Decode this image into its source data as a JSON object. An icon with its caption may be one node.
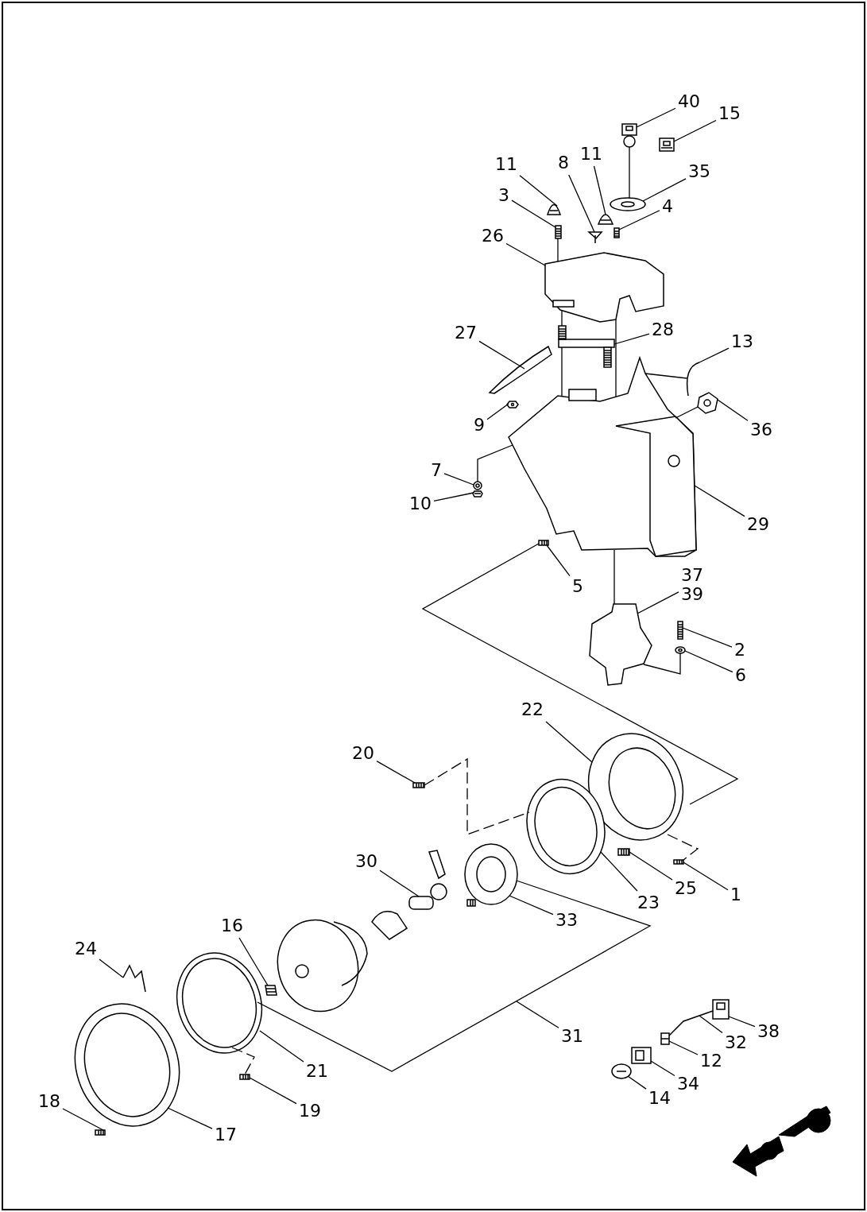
{
  "diagram": {
    "nodes": [
      {
        "text": [
          "40"
        ]
      },
      {
        "text": [
          "15"
        ]
      },
      {
        "text": [
          "11"
        ]
      },
      {
        "text": [
          "8"
        ]
      },
      {
        "text": [
          "11"
        ]
      },
      {
        "text": [
          "35"
        ]
      },
      {
        "text": [
          "3"
        ]
      },
      {
        "text": [
          "4"
        ]
      },
      {
        "text": [
          "26"
        ]
      },
      {
        "text": [
          "27"
        ]
      },
      {
        "text": [
          "28"
        ]
      },
      {
        "text": [
          "13"
        ]
      },
      {
        "text": [
          "9"
        ]
      },
      {
        "text": [
          "36"
        ]
      },
      {
        "text": [
          "7"
        ]
      },
      {
        "text": [
          "10"
        ]
      },
      {
        "text": [
          "29"
        ]
      },
      {
        "text": [
          "5"
        ]
      },
      {
        "text": [
          "37",
          "39"
        ]
      },
      {
        "text": [
          "2"
        ]
      },
      {
        "text": [
          "6"
        ]
      },
      {
        "text": [
          "22"
        ]
      },
      {
        "text": [
          "20"
        ]
      },
      {
        "text": [
          "30"
        ]
      },
      {
        "text": [
          "25"
        ]
      },
      {
        "text": [
          "1"
        ]
      },
      {
        "text": [
          "23"
        ]
      },
      {
        "text": [
          "33"
        ]
      },
      {
        "text": [
          "16"
        ]
      },
      {
        "text": [
          "24"
        ]
      },
      {
        "text": [
          "31"
        ]
      },
      {
        "text": [
          "38"
        ]
      },
      {
        "text": [
          "32"
        ]
      },
      {
        "text": [
          "21"
        ]
      },
      {
        "text": [
          "12"
        ]
      },
      {
        "text": [
          "34"
        ]
      },
      {
        "text": [
          "19"
        ]
      },
      {
        "text": [
          "18"
        ]
      },
      {
        "text": [
          "14"
        ]
      },
      {
        "text": [
          "17"
        ]
      },
      {
        "text": [],
        "shape": "picture"
      },
      {
        "text": [],
        "shape": "picture"
      },
      {
        "text": [],
        "shape": "picture"
      },
      {
        "text": [],
        "shape": "picture"
      },
      {
        "text": [],
        "shape": "picture"
      },
      {
        "text": [],
        "shape": "picture"
      },
      {
        "text": [],
        "shape": "picture"
      },
      {
        "text": [],
        "shape": "picture"
      },
      {
        "text": [],
        "shape": "picture"
      },
      {
        "text": [],
        "shape": "picture"
      },
      {
        "text": [],
        "shape": "picture"
      },
      {
        "text": [],
        "shape": "picture"
      },
      {
        "text": [],
        "shape": "picture"
      },
      {
        "text": [],
        "shape": "picture"
      },
      {
        "text": [],
        "shape": "picture"
      },
      {
        "text": [],
        "shape": "picture"
      },
      {
        "text": [],
        "shape": "picture"
      },
      {
        "text": [],
        "shape": "picture"
      },
      {
        "text": [],
        "shape": "picture"
      },
      {
        "text": [],
        "shape": "picture"
      },
      {
        "text": [],
        "shape": "picture"
      },
      {
        "text": [],
        "shape": "picture"
      },
      {
        "text": [],
        "shape": "picture"
      },
      {
        "text": [],
        "shape": "picture"
      },
      {
        "text": [],
        "shape": "picture"
      },
      {
        "text": [],
        "shape": "picture"
      },
      {
        "text": [],
        "shape": "picture"
      },
      {
        "text": [],
        "shape": "picture"
      },
      {
        "text": [],
        "shape": "picture"
      },
      {
        "text": [],
        "shape": "picture"
      },
      {
        "text": [],
        "shape": "picture"
      },
      {
        "text": [],
        "shape": "picture"
      },
      {
        "text": [],
        "shape": "picture"
      },
      {
        "text": [],
        "shape": "picture"
      },
      {
        "text": [],
        "shape": "picture"
      },
      {
        "text": [],
        "shape": "picture"
      },
      {
        "text": [],
        "shape": "picture"
      },
      {
        "text": [],
        "shape": "picture"
      },
      {
        "text": [],
        "shape": "picture"
      }
    ],
    "edges": [
      {
        "from": 0,
        "to": 40,
        "arrow": "none"
      },
      {
        "from": 1,
        "to": 41,
        "arrow": "none"
      },
      {
        "from": 2,
        "to": 42,
        "arrow": "none"
      },
      {
        "from": 3,
        "to": 43,
        "arrow": "none"
      },
      {
        "from": 4,
        "to": 44,
        "arrow": "none"
      },
      {
        "from": 5,
        "to": 45,
        "arrow": "none"
      },
      {
        "from": 6,
        "to": 46,
        "arrow": "none"
      },
      {
        "from": 7,
        "to": 47,
        "arrow": "none"
      },
      {
        "from": 8,
        "to": 48,
        "arrow": "none"
      },
      {
        "from": 9,
        "to": 49,
        "arrow": "none"
      },
      {
        "from": 10,
        "to": 50,
        "arrow": "none"
      },
      {
        "from": 11,
        "to": 51,
        "arrow": "none"
      },
      {
        "from": 12,
        "to": 52,
        "arrow": "none"
      },
      {
        "from": 13,
        "to": 53,
        "arrow": "none"
      },
      {
        "from": 14,
        "to": 54,
        "arrow": "none"
      },
      {
        "from": 15,
        "to": 55,
        "arrow": "none"
      },
      {
        "from": 16,
        "to": 56,
        "arrow": "none"
      },
      {
        "from": 17,
        "to": 57,
        "arrow": "none"
      },
      {
        "from": 18,
        "to": 58,
        "arrow": "none"
      },
      {
        "from": 19,
        "to": 59,
        "arrow": "none"
      },
      {
        "from": 20,
        "to": 60,
        "arrow": "none"
      },
      {
        "from": 21,
        "to": 61,
        "arrow": "none"
      },
      {
        "from": 22,
        "to": 62,
        "arrow": "none"
      },
      {
        "from": 23,
        "to": 63,
        "arrow": "none"
      },
      {
        "from": 24,
        "to": 64,
        "arrow": "none"
      },
      {
        "from": 25,
        "to": 65,
        "arrow": "none"
      },
      {
        "from": 26,
        "to": 66,
        "arrow": "none"
      },
      {
        "from": 27,
        "to": 67,
        "arrow": "none"
      },
      {
        "from": 28,
        "to": 68,
        "arrow": "none"
      },
      {
        "from": 29,
        "to": 69,
        "arrow": "none"
      },
      {
        "from": 30,
        "to": null,
        "arrow": "none"
      },
      {
        "from": 31,
        "to": 70,
        "arrow": "none"
      },
      {
        "from": 32,
        "to": 71,
        "arrow": "none"
      },
      {
        "from": 33,
        "to": 72,
        "arrow": "none"
      },
      {
        "from": 34,
        "to": 73,
        "arrow": "none"
      },
      {
        "from": 35,
        "to": 74,
        "arrow": "none"
      },
      {
        "from": 36,
        "to": 75,
        "arrow": "none"
      },
      {
        "from": 37,
        "to": 76,
        "arrow": "none"
      },
      {
        "from": 38,
        "to": 77,
        "arrow": "none"
      },
      {
        "from": 39,
        "to": 78,
        "arrow": "none"
      },
      {
        "from": 40,
        "to": 45,
        "arrow": "none"
      },
      {
        "from": 46,
        "to": 48,
        "arrow": "none"
      },
      {
        "from": 48,
        "to": 56,
        "arrow": "none"
      },
      {
        "from": 56,
        "to": 58,
        "arrow": "none"
      },
      {
        "from": 57,
        "to": 61,
        "arrow": "none"
      },
      {
        "from": 56,
        "to": 54,
        "arrow": "none"
      },
      {
        "from": 60,
        "to": 58,
        "arrow": "none"
      },
      {
        "from": 62,
        "to": 66,
        "arrow": "none",
        "style": "dashed"
      },
      {
        "from": 61,
        "to": 65,
        "arrow": "none",
        "style": "dashed"
      },
      {
        "from": 72,
        "to": 75,
        "arrow": "none",
        "style": "dashed"
      },
      {
        "from": 56,
        "to": 51,
        "arrow": "none"
      },
      {
        "from": 56,
        "to": 53,
        "arrow": "none"
      },
      {
        "from": 72,
        "to": 67,
        "arrow": "none"
      },
      {
        "from": 48,
        "to": 50,
        "arrow": "none"
      },
      {
        "from": 50,
        "to": 56,
        "arrow": "none"
      }
    ]
  }
}
